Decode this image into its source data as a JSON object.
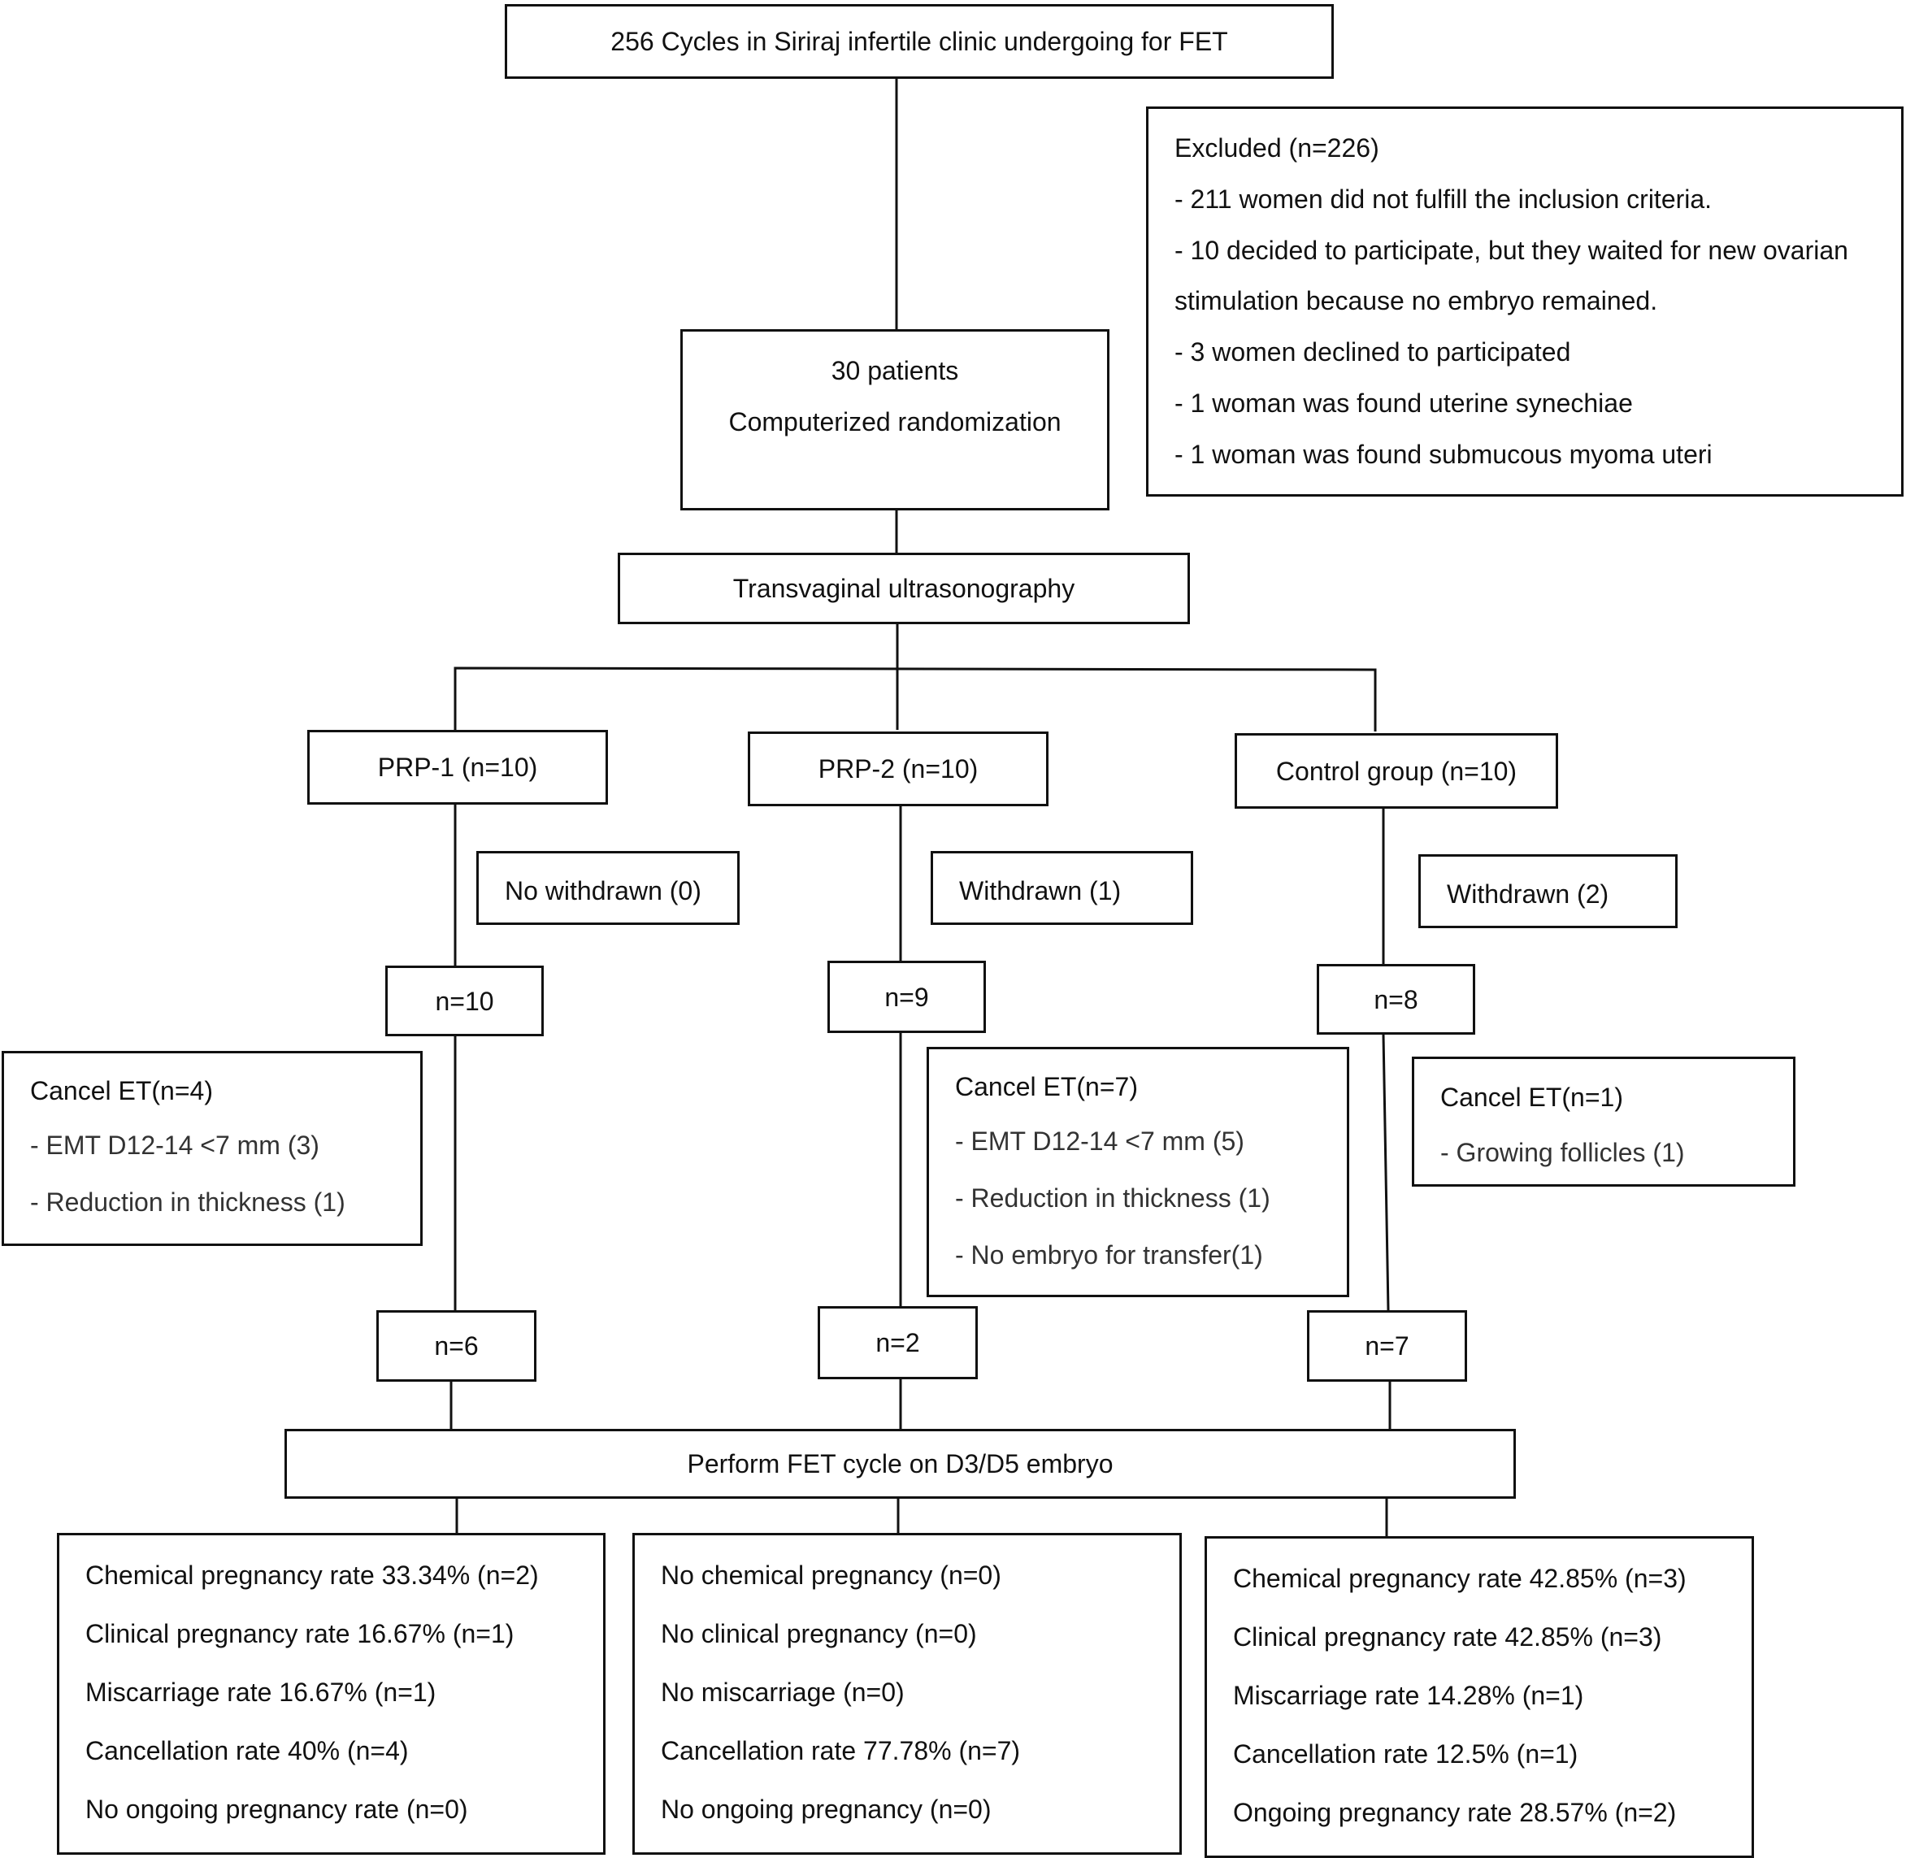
{
  "top": {
    "text": "256 Cycles in Siriraj infertile clinic undergoing for FET"
  },
  "excluded": {
    "lines": [
      "Excluded (n=226)",
      "- 211 women did not fulfill the inclusion criteria.",
      "- 10 decided to participate, but they waited for new ovarian",
      "stimulation because no embryo remained.",
      "- 3 women declined to participated",
      "- 1 woman was found uterine synechiae",
      "- 1 woman was found submucous myoma uteri"
    ]
  },
  "random": {
    "line1": "30 patients",
    "line2": "Computerized randomization"
  },
  "tvus": {
    "text": "Transvaginal ultrasonography"
  },
  "groups": [
    {
      "name": "PRP-1 (n=10)",
      "withdrawn": "No withdrawn (0)",
      "n_after": "n=10",
      "cancel": [
        "Cancel ET(n=4)",
        "- EMT D12-14 <7 mm (3)",
        "- Reduction in thickness (1)"
      ],
      "n_final": "n=6",
      "outcomes": [
        "Chemical pregnancy rate 33.34% (n=2)",
        "Clinical pregnancy rate 16.67% (n=1)",
        "Miscarriage rate 16.67% (n=1)",
        "Cancellation rate 40% (n=4)",
        "No ongoing pregnancy rate (n=0)"
      ]
    },
    {
      "name": "PRP-2 (n=10)",
      "withdrawn": "Withdrawn (1)",
      "n_after": "n=9",
      "cancel": [
        "Cancel ET(n=7)",
        "- EMT D12-14 <7 mm (5)",
        "- Reduction in thickness (1)",
        "- No embryo for transfer(1)"
      ],
      "n_final": "n=2",
      "outcomes": [
        "No chemical pregnancy (n=0)",
        "No clinical pregnancy (n=0)",
        "No miscarriage (n=0)",
        "Cancellation rate 77.78% (n=7)",
        "No ongoing pregnancy (n=0)"
      ]
    },
    {
      "name": "Control group (n=10)",
      "withdrawn": "Withdrawn (2)",
      "n_after": "n=8",
      "cancel": [
        "Cancel ET(n=1)",
        "- Growing follicles (1)"
      ],
      "n_final": "n=7",
      "outcomes": [
        "Chemical pregnancy rate 42.85% (n=3)",
        "Clinical pregnancy rate 42.85% (n=3)",
        "Miscarriage rate 14.28% (n=1)",
        "Cancellation rate 12.5% (n=1)",
        "Ongoing pregnancy rate 28.57% (n=2)"
      ]
    }
  ],
  "perform": {
    "text": "Perform FET cycle on D3/D5 embryo"
  }
}
